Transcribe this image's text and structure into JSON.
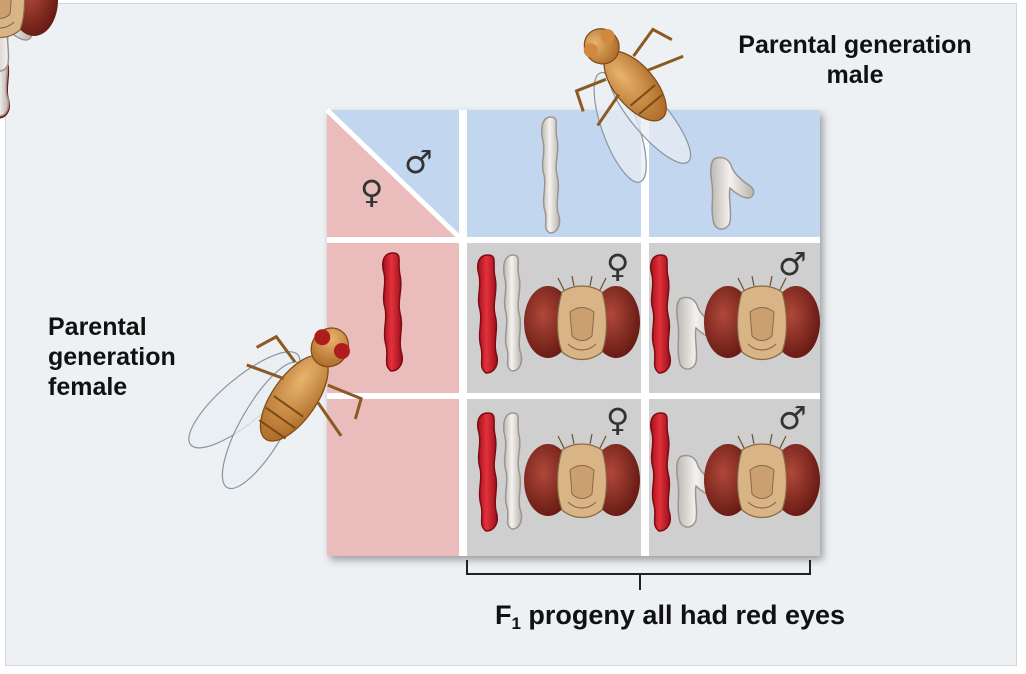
{
  "labels": {
    "male": "Parental generation\nmale",
    "female": "Parental generation\nfemale",
    "f1_prefix": "F",
    "f1_sub": "1",
    "f1_suffix": " progeny all had red eyes"
  },
  "symbols": {
    "female": "♀",
    "male": "♂"
  },
  "colors": {
    "female_panel": "#ebbcbc",
    "male_panel": "#c3d6ef",
    "offspring_panel": "#cfcfcf",
    "red_chromosome": "#cf1f2a",
    "white_chromosome": "#e9e6e2"
  }
}
